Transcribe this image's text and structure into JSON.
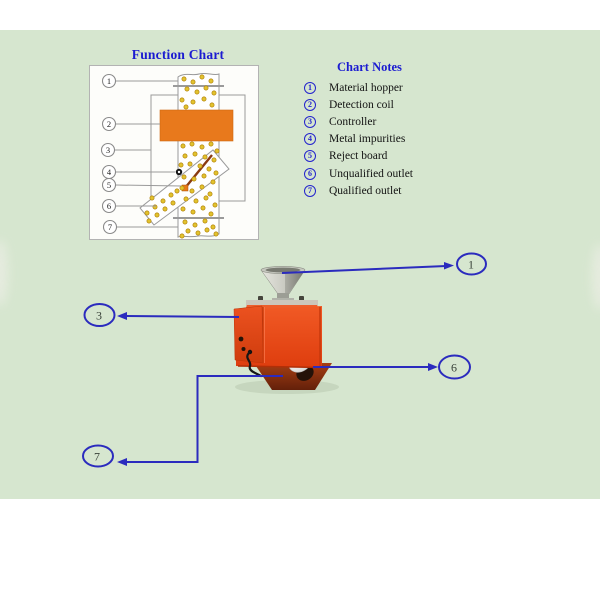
{
  "function_chart": {
    "title": "Function Chart",
    "callouts": [
      "1",
      "2",
      "3",
      "4",
      "5",
      "6",
      "7"
    ]
  },
  "chart_notes": {
    "title": "Chart Notes",
    "items": [
      {
        "num": "1",
        "label": "Material hopper"
      },
      {
        "num": "2",
        "label": "Detection coil"
      },
      {
        "num": "3",
        "label": "Controller"
      },
      {
        "num": "4",
        "label": "Metal impurities"
      },
      {
        "num": "5",
        "label": "Reject board"
      },
      {
        "num": "6",
        "label": "Unqualified outlet"
      },
      {
        "num": "7",
        "label": "Qualified outlet"
      }
    ]
  },
  "machine_diagram": {
    "callouts": [
      {
        "num": "1"
      },
      {
        "num": "3"
      },
      {
        "num": "6"
      },
      {
        "num": "7"
      }
    ]
  },
  "colors": {
    "background_green": "#d6e6cf",
    "title_blue": "#1b1bd1",
    "notes_blue": "#2424cd",
    "callout_blue": "#2b2bbe",
    "machine_orange": "#e8481a",
    "coil_orange": "#e8791c",
    "dot_yellow": "#e2c32e"
  }
}
